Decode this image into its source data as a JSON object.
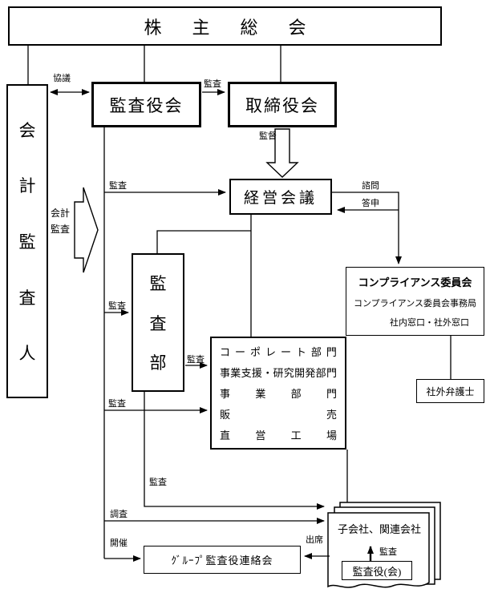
{
  "diagram": {
    "boxes": {
      "shareholders": {
        "label": "株主総会"
      },
      "accounting_auditor": {
        "label": "会計監査人"
      },
      "audit_board": {
        "label": "監査役会"
      },
      "board_of_directors": {
        "label": "取締役会"
      },
      "management_council": {
        "label": "経営会議"
      },
      "audit_department": {
        "label": "監査部"
      },
      "divisions": {
        "rows": [
          "コーポレート部門",
          "事業支援・研究開発部門",
          "事業部門",
          "販売",
          "直営工場"
        ]
      },
      "compliance_committee": {
        "title": "コンプライアンス委員会",
        "secretariat": "コンプライアンス委員会事務局",
        "contact_points": "社内窓口・社外窓口"
      },
      "external_lawyer": {
        "label": "社外弁護士"
      },
      "subsidiaries": {
        "label": "子会社、関連会社",
        "auditor": "監査役(会)"
      },
      "group_liaison": {
        "label": "ｸﾞﾙｰﾌﾟ監査役連絡会"
      }
    },
    "edge_labels": {
      "consultation": "協議",
      "audit": "監査",
      "supervision": "監督",
      "accounting_audit": [
        "会計",
        "監査"
      ],
      "inquiry": "諮問",
      "report": "答申",
      "investigation": "調査",
      "convene": "開催",
      "attendance": "出席"
    }
  }
}
